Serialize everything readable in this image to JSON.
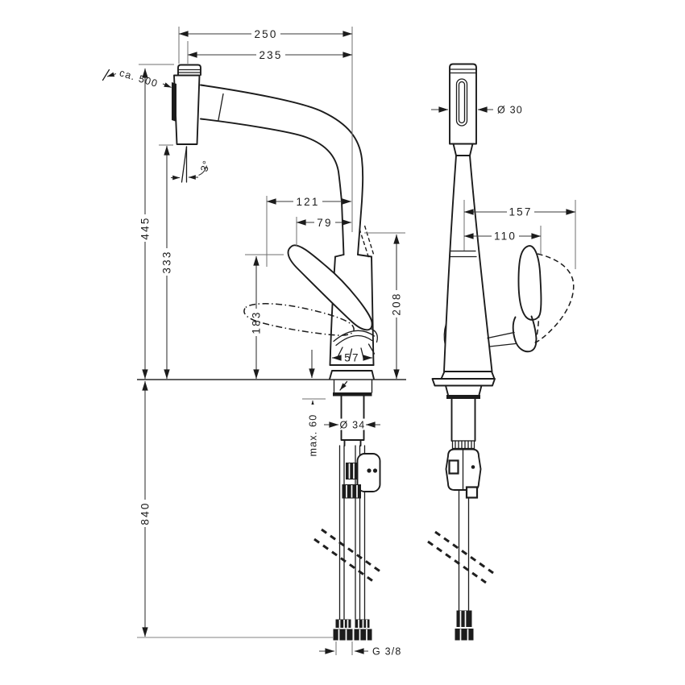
{
  "drawing": {
    "kind": "kitchen-faucet-dimension-drawing",
    "background": "#ffffff",
    "line_color": "#1c1c1c",
    "dim_color": "#3a3a3a"
  },
  "labels": {
    "w250": "250",
    "w235": "235",
    "hose": "ca. 500",
    "angle": "3°",
    "h445": "445",
    "h333": "333",
    "r121": "121",
    "r79": "79",
    "h183": "183",
    "h208": "208",
    "base57": "57",
    "d840": "840",
    "max60": "max. 60",
    "dia34": "Ø 34",
    "thread": "G 3/8",
    "dia30": "Ø 30",
    "s157": "157",
    "s110": "110"
  }
}
